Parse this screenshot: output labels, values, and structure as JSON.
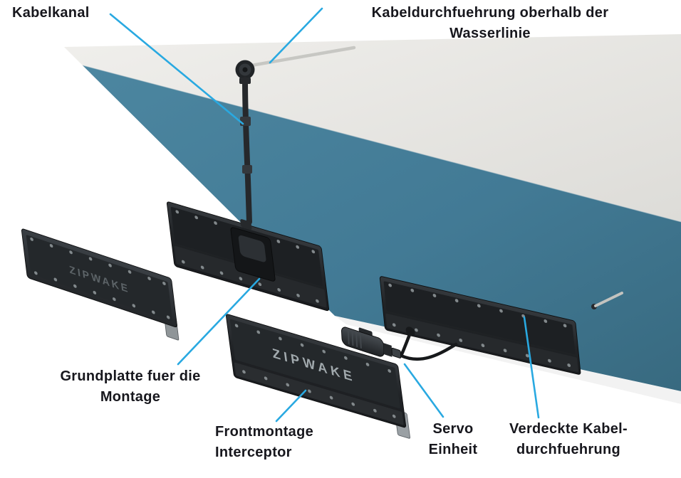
{
  "colors": {
    "callout_blue": "#29a9e1",
    "label_text": "#17171d",
    "hull_light": "#eae9e6",
    "hull_teal": "#427a95",
    "part_dark": "#212427",
    "screw_gray": "#8d9497",
    "cable_gray": "#c7c7c3"
  },
  "labels": {
    "kabelkanal": "Kabelkanal",
    "kabeldurchfuehrung_line1": "Kabeldurchfuehrung oberhalb der",
    "kabeldurchfuehrung_line2": "Wasserlinie",
    "grundplatte_line1": "Grundplatte fuer die",
    "grundplatte_line2": "Montage",
    "frontmontage_line1": "Frontmontage",
    "frontmontage_line2": "Interceptor",
    "servo_line1": "Servo",
    "servo_line2": "Einheit",
    "verdeckte_line1": "Verdeckte Kabel-",
    "verdeckte_line2": "durchfuehrung"
  },
  "logo": "ZIPWAKE"
}
